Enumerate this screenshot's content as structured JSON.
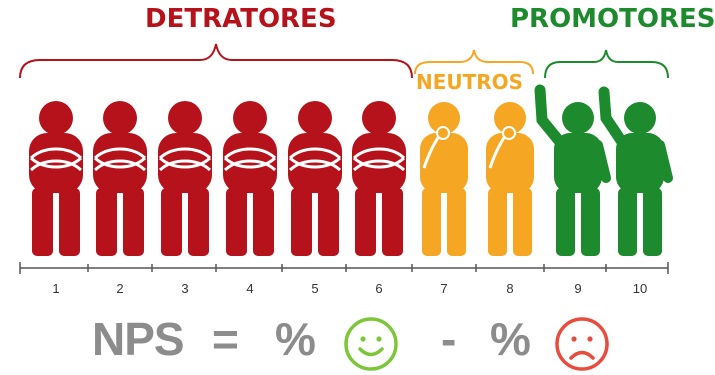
{
  "header": {
    "detractors_label": "DETRATORES",
    "neutrals_label": "NEUTROS",
    "promoters_label": "PROMOTORES"
  },
  "scale": {
    "ticks": [
      "1",
      "2",
      "3",
      "4",
      "5",
      "6",
      "7",
      "8",
      "9",
      "10"
    ]
  },
  "figures": [
    {
      "score": "1",
      "group": "detractor",
      "pose": "arms-crossed-icon"
    },
    {
      "score": "2",
      "group": "detractor",
      "pose": "arms-crossed-icon"
    },
    {
      "score": "3",
      "group": "detractor",
      "pose": "arms-crossed-icon"
    },
    {
      "score": "4",
      "group": "detractor",
      "pose": "arms-crossed-icon"
    },
    {
      "score": "5",
      "group": "detractor",
      "pose": "arms-crossed-icon"
    },
    {
      "score": "6",
      "group": "detractor",
      "pose": "arms-crossed-icon"
    },
    {
      "score": "7",
      "group": "neutral",
      "pose": "thinking-person-icon"
    },
    {
      "score": "8",
      "group": "neutral",
      "pose": "thinking-person-icon"
    },
    {
      "score": "9",
      "group": "promoter",
      "pose": "raised-arm-person-icon"
    },
    {
      "score": "10",
      "group": "promoter",
      "pose": "raised-arm-person-icon"
    }
  ],
  "formula": {
    "nps": "NPS",
    "equals": "=",
    "percent_1": "%",
    "minus": "-",
    "percent_2": "%",
    "positive_icon": "smiley-face-icon",
    "negative_icon": "sad-face-icon"
  },
  "colors": {
    "detractor": "#B5121B",
    "neutral": "#F5A623",
    "promoter": "#1E8A2E",
    "formula_text": "#8C8C8C"
  }
}
